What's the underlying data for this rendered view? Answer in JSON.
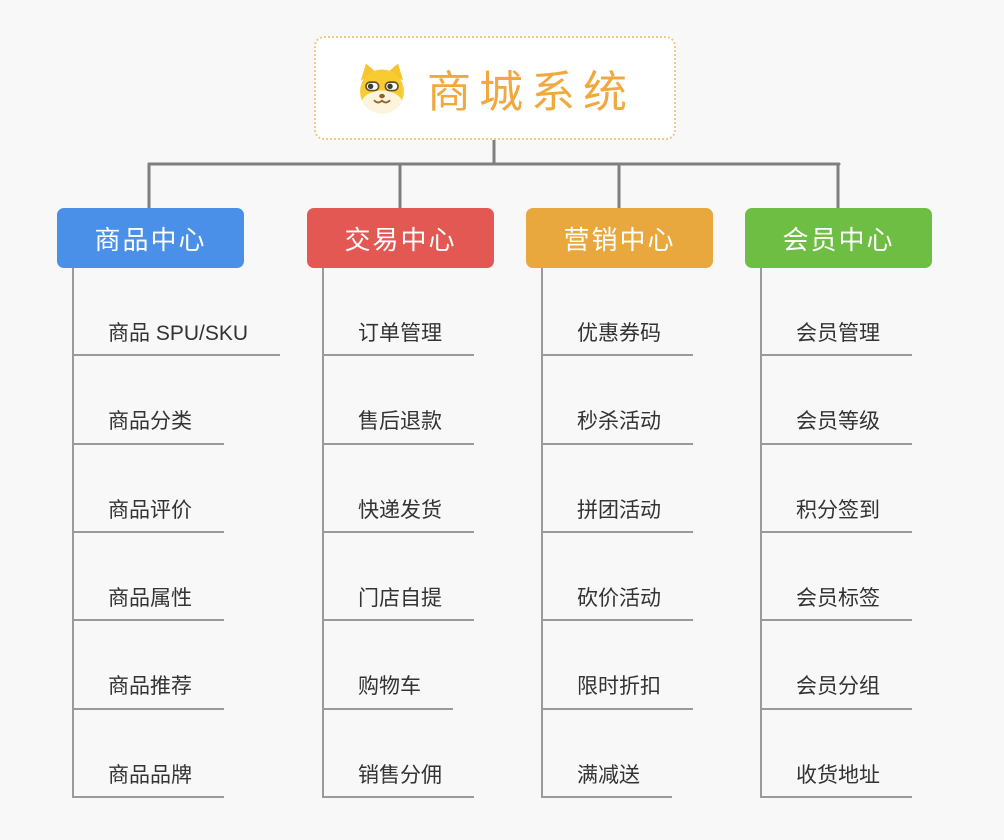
{
  "page": {
    "background_color": "#f8f8f8",
    "connector_color": "#7f7f7f",
    "child_line_color": "#9a9a9a"
  },
  "root": {
    "title": "商城系统",
    "title_color": "#f0a83f",
    "border_color": "#f3c883",
    "icon": "dog-icon"
  },
  "branches": [
    {
      "label": "商品中心",
      "color": "#4a90e8",
      "children": [
        "商品 SPU/SKU",
        "商品分类",
        "商品评价",
        "商品属性",
        "商品推荐",
        "商品品牌"
      ]
    },
    {
      "label": "交易中心",
      "color": "#e45854",
      "children": [
        "订单管理",
        "售后退款",
        "快递发货",
        "门店自提",
        "购物车",
        "销售分佣"
      ]
    },
    {
      "label": "营销中心",
      "color": "#e9a83e",
      "children": [
        "优惠券码",
        "秒杀活动",
        "拼团活动",
        "砍价活动",
        "限时折扣",
        "满减送"
      ]
    },
    {
      "label": "会员中心",
      "color": "#6fbe44",
      "children": [
        "会员管理",
        "会员等级",
        "积分签到",
        "会员标签",
        "会员分组",
        "收货地址"
      ]
    }
  ]
}
